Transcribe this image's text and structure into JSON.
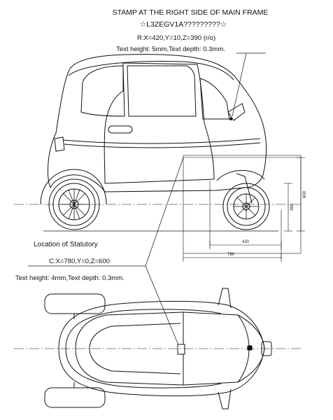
{
  "stamp": {
    "heading": "STAMP AT THE RIGHT SIDE OF MAIN FRAME",
    "vin": "☆L3ZEGV1A?????????☆",
    "coords": "R:X=420,Y=10,Z=390 (r/o)",
    "text_spec": "Text height: 5mm,Text depth: 0.3mm."
  },
  "statutory": {
    "label": "Location of Statutory",
    "coords": "C:X=780,Y=0,Z=600",
    "text_spec": "Text height: 4mm,Text depth: 0.3mm."
  },
  "dimensions": {
    "height_outer": "600",
    "height_inner": "390",
    "length_inner": "420",
    "length_outer": "780"
  }
}
